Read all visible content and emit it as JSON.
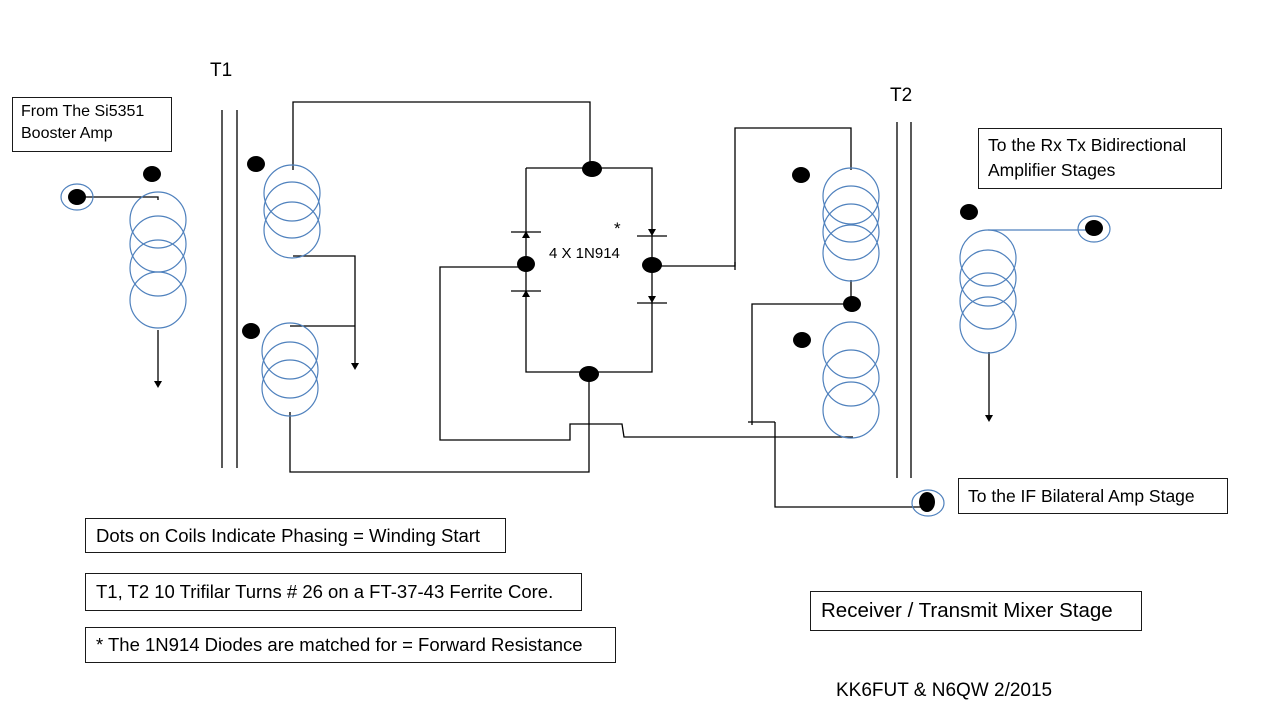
{
  "transformer_labels": {
    "t1": "T1",
    "t2": "T2"
  },
  "diode_bridge": {
    "label": "4 X 1N914",
    "marker": "*"
  },
  "inputs": {
    "from_si5351": [
      "From The Si5351",
      "Booster Amp"
    ],
    "to_rx_tx": [
      "To the Rx Tx Bidirectional",
      "Amplifier Stages"
    ],
    "to_if": "To the IF Bilateral Amp Stage"
  },
  "notes": [
    "Dots on Coils Indicate Phasing = Winding Start",
    "T1, T2 10 Trifilar Turns # 26 on a FT-37-43 Ferrite Core.",
    "* The 1N914 Diodes are matched for = Forward Resistance"
  ],
  "title": "Receiver / Transmit Mixer Stage",
  "credit": "KK6FUT & N6QW 2/2015",
  "colors": {
    "coil": "#4f81bd",
    "wire": "#000000"
  }
}
